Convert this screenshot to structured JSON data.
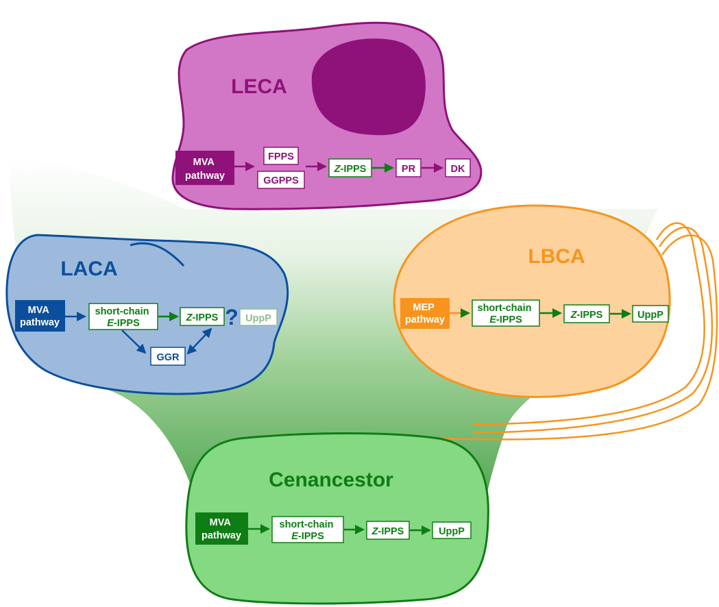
{
  "cells": {
    "leca": {
      "title": "LECA",
      "color": "#8e127a"
    },
    "laca": {
      "title": "LACA",
      "color": "#0b4f9c"
    },
    "lbca": {
      "title": "LBCA",
      "color": "#f7941d"
    },
    "cenancestor": {
      "title": "Cenancestor",
      "color": "#0e7d14"
    }
  },
  "leca": {
    "mva": [
      "MVA",
      "pathway"
    ],
    "fpps": "FPPS",
    "ggpps": "GGPPS",
    "zipps": "Z-IPPS",
    "pr": "PR",
    "dk": "DK"
  },
  "laca": {
    "mva": [
      "MVA",
      "pathway"
    ],
    "eipps": [
      "short-chain",
      "E-IPPS"
    ],
    "zipps": "Z-IPPS",
    "question": "?",
    "uppp": "UppP",
    "ggr": "GGR"
  },
  "lbca": {
    "mep": [
      "MEP",
      "pathway"
    ],
    "eipps": [
      "short-chain",
      "E-IPPS"
    ],
    "zipps": "Z-IPPS",
    "uppp": "UppP"
  },
  "cenancestor": {
    "mva": [
      "MVA",
      "pathway"
    ],
    "eipps": [
      "short-chain",
      "E-IPPS"
    ],
    "zipps": "Z-IPPS",
    "uppp": "UppP"
  }
}
